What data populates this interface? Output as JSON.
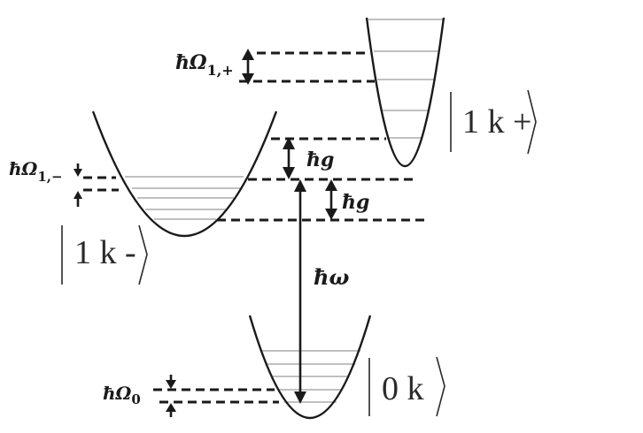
{
  "figure": {
    "type": "energy-level diagram",
    "colors": {
      "line": "#1a1a1a",
      "rung": "#9a9a9a",
      "background": "#ffffff"
    }
  },
  "states": [
    {
      "id": "0k",
      "ket_label": "0 k",
      "wells": "lower",
      "level_count": 5
    },
    {
      "id": "1k-",
      "ket_label": "1 k -",
      "wells": "left",
      "level_count": 5
    },
    {
      "id": "1k+",
      "ket_label": "1 k +",
      "wells": "upper-right",
      "level_count": 5
    }
  ],
  "labels": {
    "omega_1_plus": {
      "symbol": "ħΩ",
      "subscript": "1,+"
    },
    "omega_1_minus": {
      "symbol": "ħΩ",
      "subscript": "1,−"
    },
    "omega_0": {
      "symbol": "ħΩ",
      "subscript": "0"
    },
    "g_upper": "ħg",
    "g_lower": "ħg",
    "omega": "ħω"
  }
}
